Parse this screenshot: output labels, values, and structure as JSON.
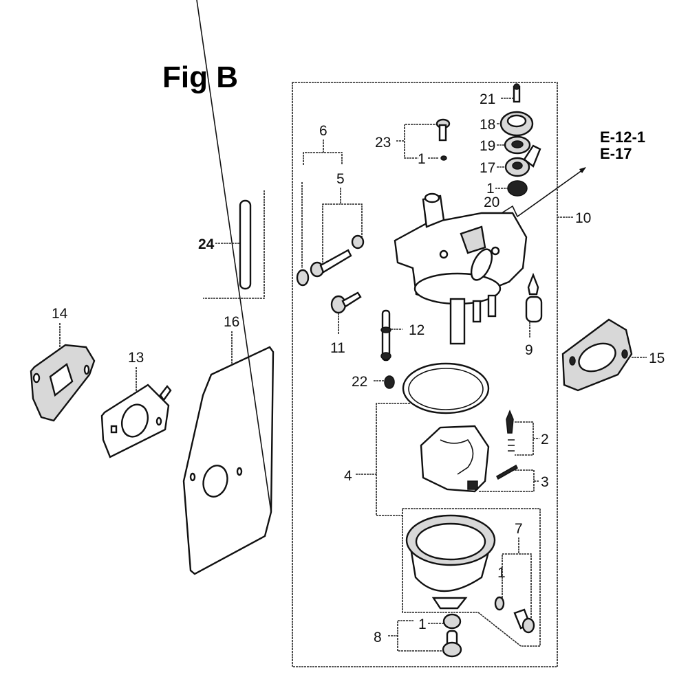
{
  "figure": {
    "title": "Fig B",
    "reference_lines": [
      "E-12-1",
      "E-17"
    ]
  },
  "callouts": [
    {
      "id": "21",
      "part": "screw"
    },
    {
      "id": "18",
      "part": "cap"
    },
    {
      "id": "19",
      "part": "washer"
    },
    {
      "id": "17",
      "part": "lever"
    },
    {
      "id": "1",
      "part": "o-ring"
    },
    {
      "id": "20",
      "part": "seal"
    },
    {
      "id": "23",
      "part": "screw set"
    },
    {
      "id": "6",
      "part": "screw set"
    },
    {
      "id": "5",
      "part": "pilot screw set"
    },
    {
      "id": "10",
      "part": "carburetor assembly"
    },
    {
      "id": "24",
      "part": "tube"
    },
    {
      "id": "11",
      "part": "drain screw"
    },
    {
      "id": "12",
      "part": "jet"
    },
    {
      "id": "9",
      "part": "valve"
    },
    {
      "id": "22",
      "part": "jet"
    },
    {
      "id": "14",
      "part": "gasket"
    },
    {
      "id": "13",
      "part": "gasket"
    },
    {
      "id": "16",
      "part": "plate"
    },
    {
      "id": "15",
      "part": "insulator"
    },
    {
      "id": "2",
      "part": "float valve set"
    },
    {
      "id": "3",
      "part": "pin"
    },
    {
      "id": "4",
      "part": "float set"
    },
    {
      "id": "7",
      "part": "drain screw set"
    },
    {
      "id": "8",
      "part": "bolt set"
    }
  ],
  "labels": {
    "l21": "21",
    "l18": "18",
    "l19": "19",
    "l17": "17",
    "l1a": "1",
    "l20": "20",
    "l23": "23",
    "l1b": "1",
    "l6": "6",
    "l5": "5",
    "l10": "10",
    "l24": "24",
    "l11": "11",
    "l12": "12",
    "l9": "9",
    "l22": "22",
    "l14": "14",
    "l13": "13",
    "l16": "16",
    "l15": "15",
    "l2": "2",
    "l3": "3",
    "l4": "4",
    "l7": "7",
    "l1c": "1",
    "l1d": "1",
    "l8": "8"
  }
}
